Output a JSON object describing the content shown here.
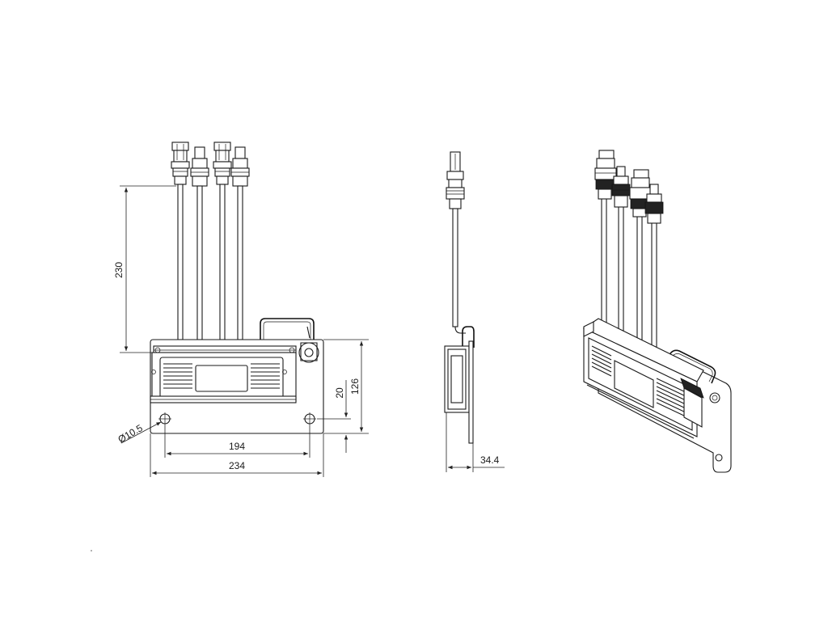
{
  "dimensions": {
    "cable_length": "230",
    "box_height": "126",
    "hole_offset": "20",
    "hole_diameter": "Ø10.5",
    "hole_spacing": "194",
    "plate_width": "234",
    "depth": "34.4"
  }
}
